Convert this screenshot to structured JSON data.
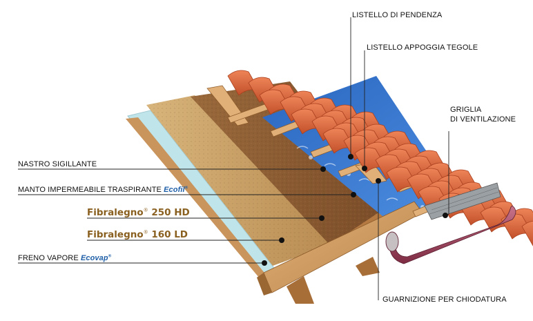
{
  "labels": {
    "listello_pendenza": "LISTELLO DI PENDENZA",
    "listello_tegole": "LISTELLO APPOGGIA TEGOLE",
    "griglia_line1": "GRIGLIA",
    "griglia_line2": "DI VENTILAZIONE",
    "nastro": "NASTRO SIGILLANTE",
    "manto": "MANTO IMPERMEABILE TRASPIRANTE",
    "manto_brand": "Ecofil",
    "fibralegno_250_name": "Fibralegno",
    "fibralegno_250_code": "250 HD",
    "fibralegno_160_name": "Fibralegno",
    "fibralegno_160_code": "160 LD",
    "freno": "FRENO VAPORE",
    "freno_brand": "Ecovap",
    "guarnizione": "GUARNIZIONE PER CHIODATURA",
    "registered": "®"
  },
  "colors": {
    "tile": "#d9643a",
    "tile_dark": "#a8401f",
    "membrane_blue": "#2f6fc9",
    "cork": "#8a5a32",
    "fiber": "#c9a36a",
    "vapor": "#bfe4ea",
    "wood": "#d7a468",
    "gutter": "#9c3f58",
    "brand_text": "#8a6020",
    "accent_text": "#1f5fa8"
  }
}
